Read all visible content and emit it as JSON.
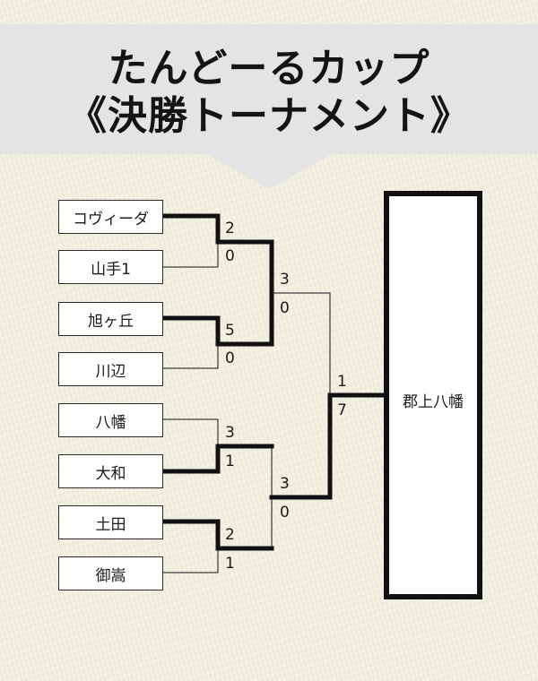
{
  "title": {
    "line1": "たんどーるカップ",
    "line2": "《決勝トーナメント》"
  },
  "teams": [
    "コヴィーダ",
    "山手1",
    "旭ヶ丘",
    "川辺",
    "八幡",
    "大和",
    "土田",
    "御嵩"
  ],
  "round1_scores": [
    [
      "2",
      "0"
    ],
    [
      "5",
      "0"
    ],
    [
      "3",
      "1"
    ],
    [
      "2",
      "1"
    ]
  ],
  "semifinal_scores": [
    [
      "3",
      "0"
    ],
    [
      "3",
      "0"
    ]
  ],
  "final_scores": [
    "1",
    "7"
  ],
  "champion": "郡上八幡",
  "colors": {
    "background": "#f2f0de",
    "banner": "#e4e4e4",
    "line": "#111111"
  }
}
